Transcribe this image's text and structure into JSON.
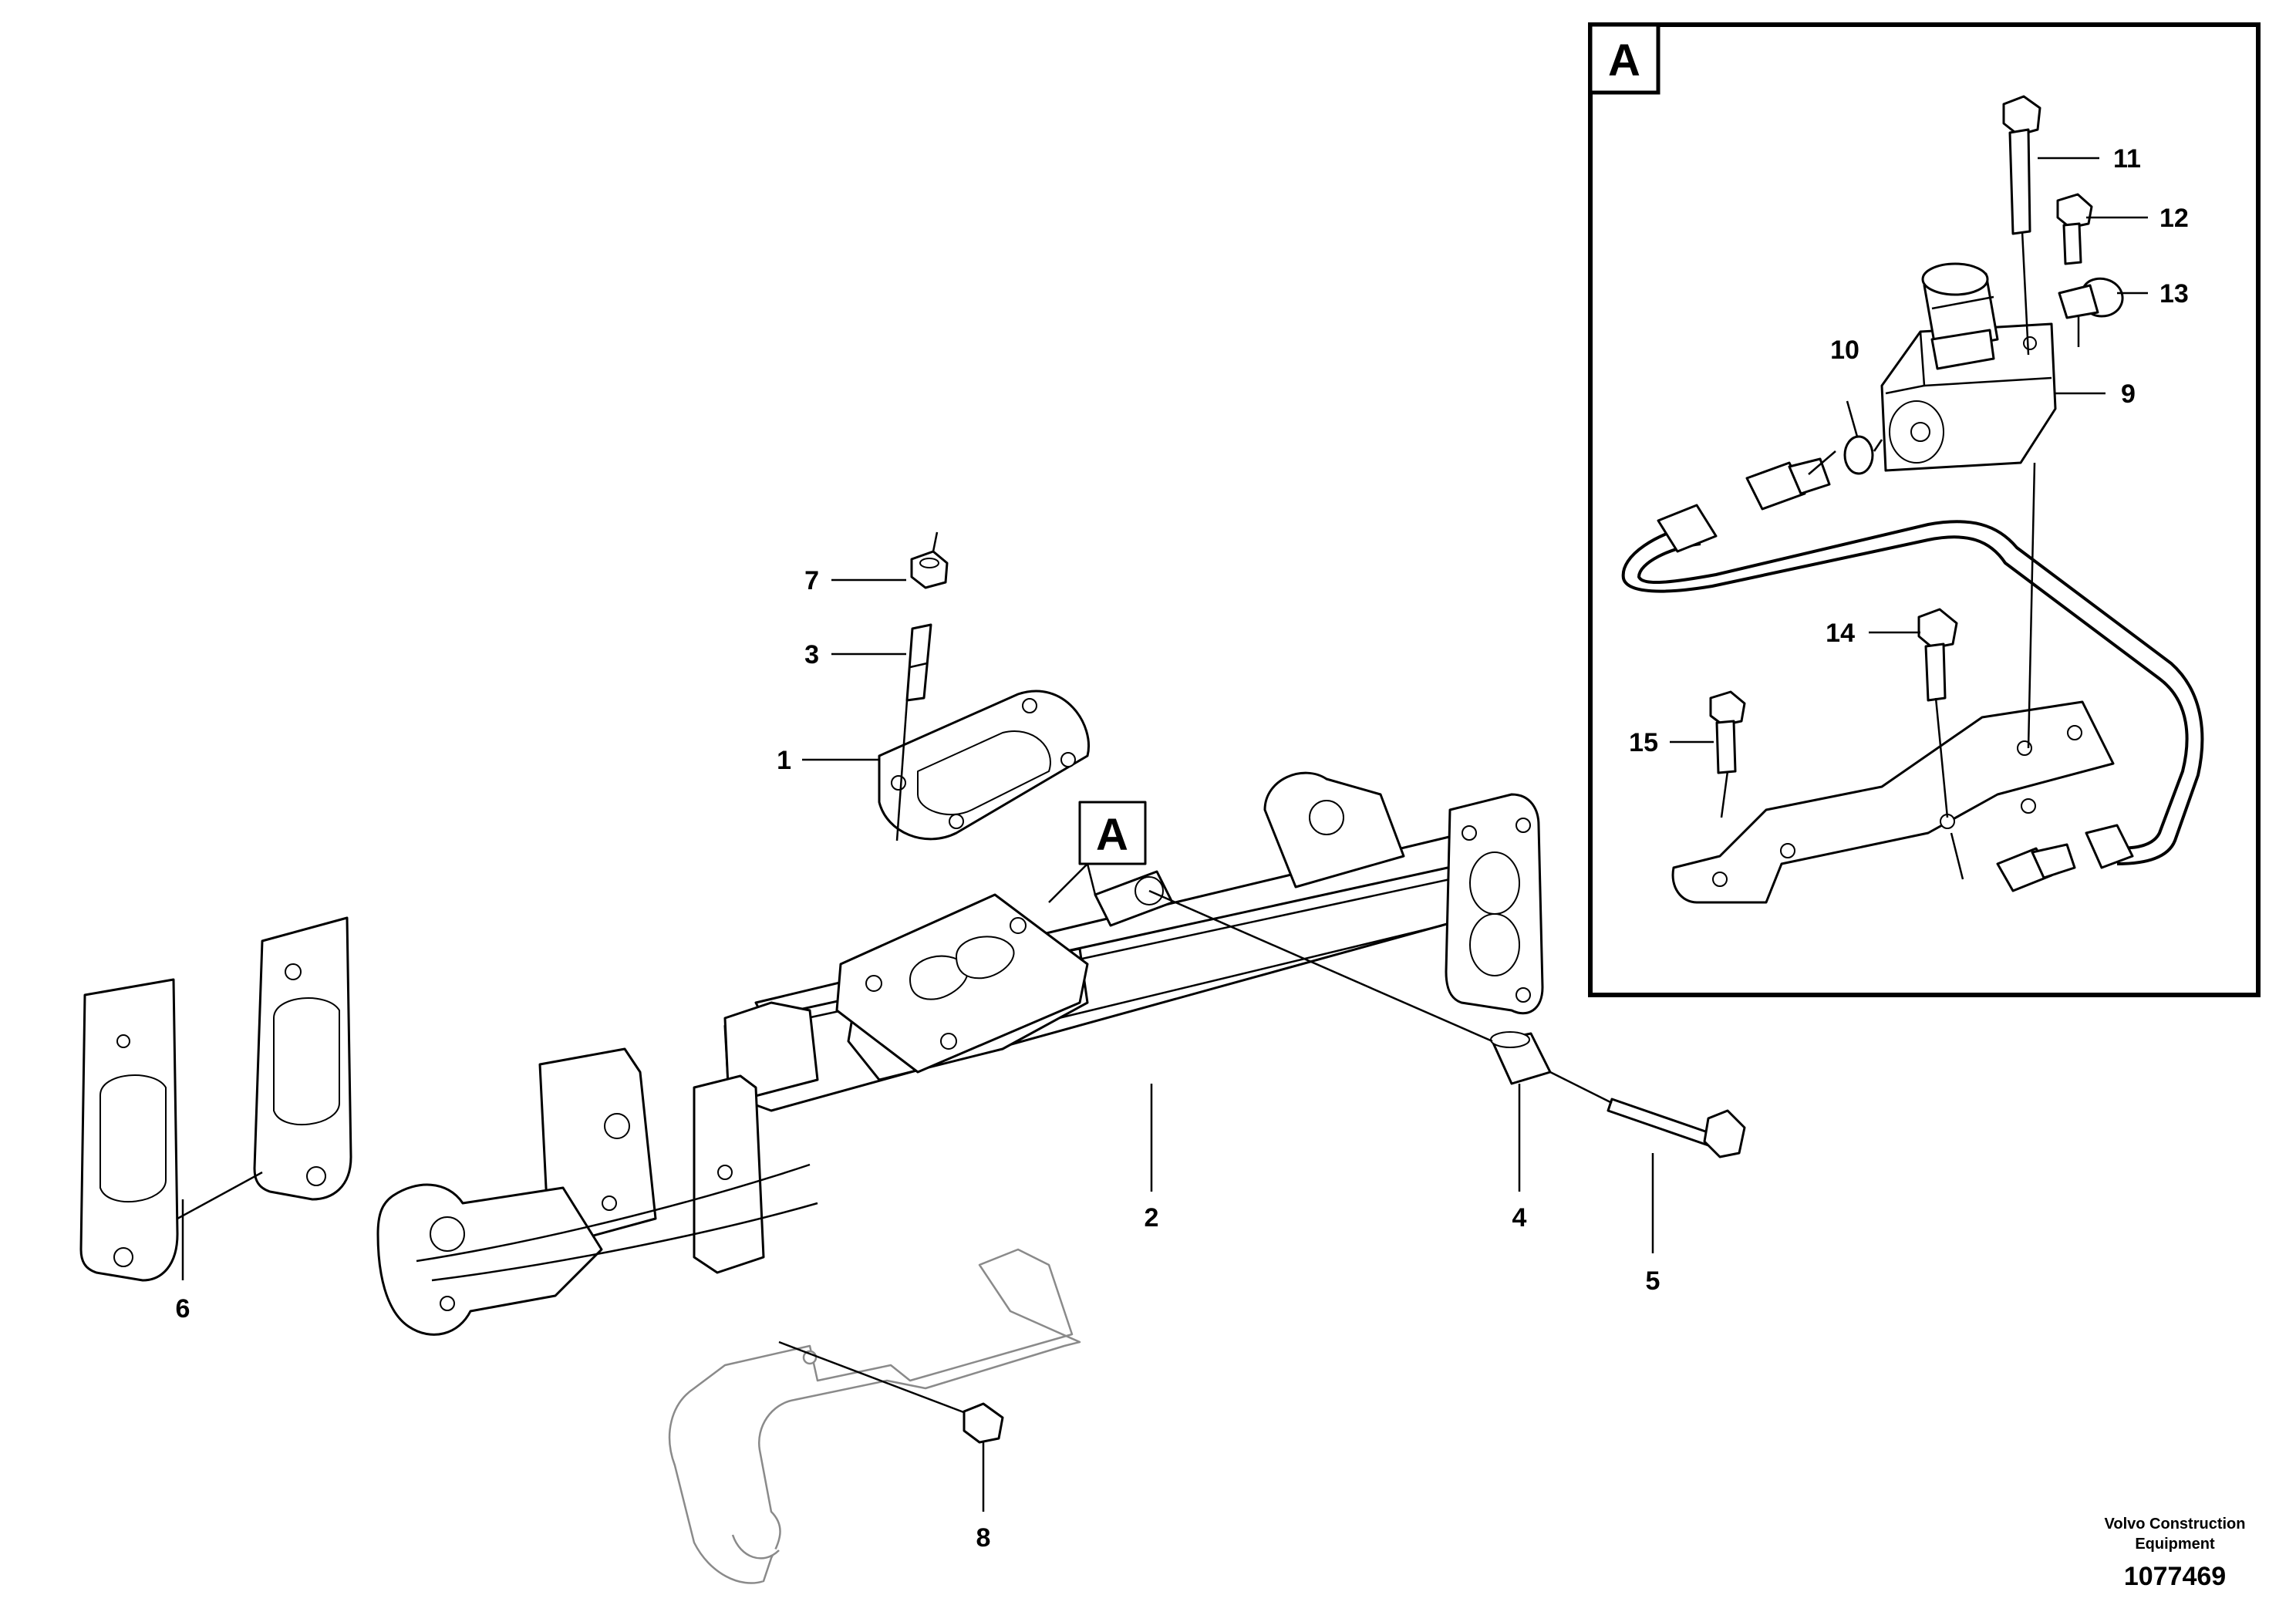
{
  "callouts": {
    "c1": "1",
    "c2": "2",
    "c3": "3",
    "c4": "4",
    "c5": "5",
    "c6": "6",
    "c7": "7",
    "c8": "8",
    "c9": "9",
    "c10": "10",
    "c11": "11",
    "c12": "12",
    "c13": "13",
    "c14": "14",
    "c15": "15"
  },
  "detail": {
    "letter": "A",
    "marker_letter": "A"
  },
  "footer": {
    "brand_line1": "Volvo Construction",
    "brand_line2": "Equipment",
    "doc_number": "1077469"
  }
}
